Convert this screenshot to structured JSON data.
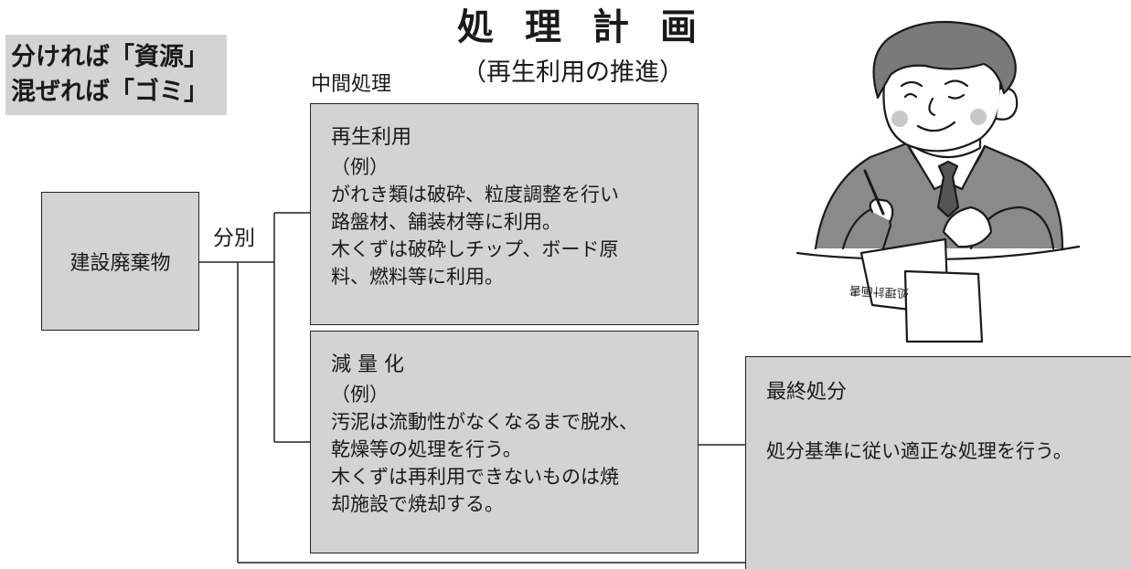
{
  "slogan": {
    "line1": "分ければ「資源」",
    "line2": "混ぜれば「ゴミ」"
  },
  "header": {
    "title": "処理計画",
    "subtitle": "（再生利用の推進）"
  },
  "intermediate_label": "中間処理",
  "source": {
    "label": "建設廃棄物"
  },
  "sort_label": "分別",
  "recycle": {
    "title": "再生利用",
    "example_label": "（例）",
    "lines": [
      "がれき類は破砕、粒度調整を行い",
      "路盤材、舗装材等に利用。",
      "木くずは破砕しチップ、ボード原",
      "料、燃料等に利用。"
    ]
  },
  "reduce": {
    "title": "減 量 化",
    "example_label": "（例）",
    "lines": [
      "汚泥は流動性がなくなるまで脱水、",
      "乾燥等の処理を行う。",
      "木くずは再利用できないものは焼",
      "却施設で焼却する。"
    ]
  },
  "final": {
    "title": "最終処分",
    "text": "処分基準に従い適正な処理を行う。"
  },
  "illustration": {
    "icon": "man-writing-plan-illustration",
    "paper_text": "処理計画書"
  },
  "colors": {
    "box_fill": "#d3d3d3",
    "line": "#222222"
  }
}
